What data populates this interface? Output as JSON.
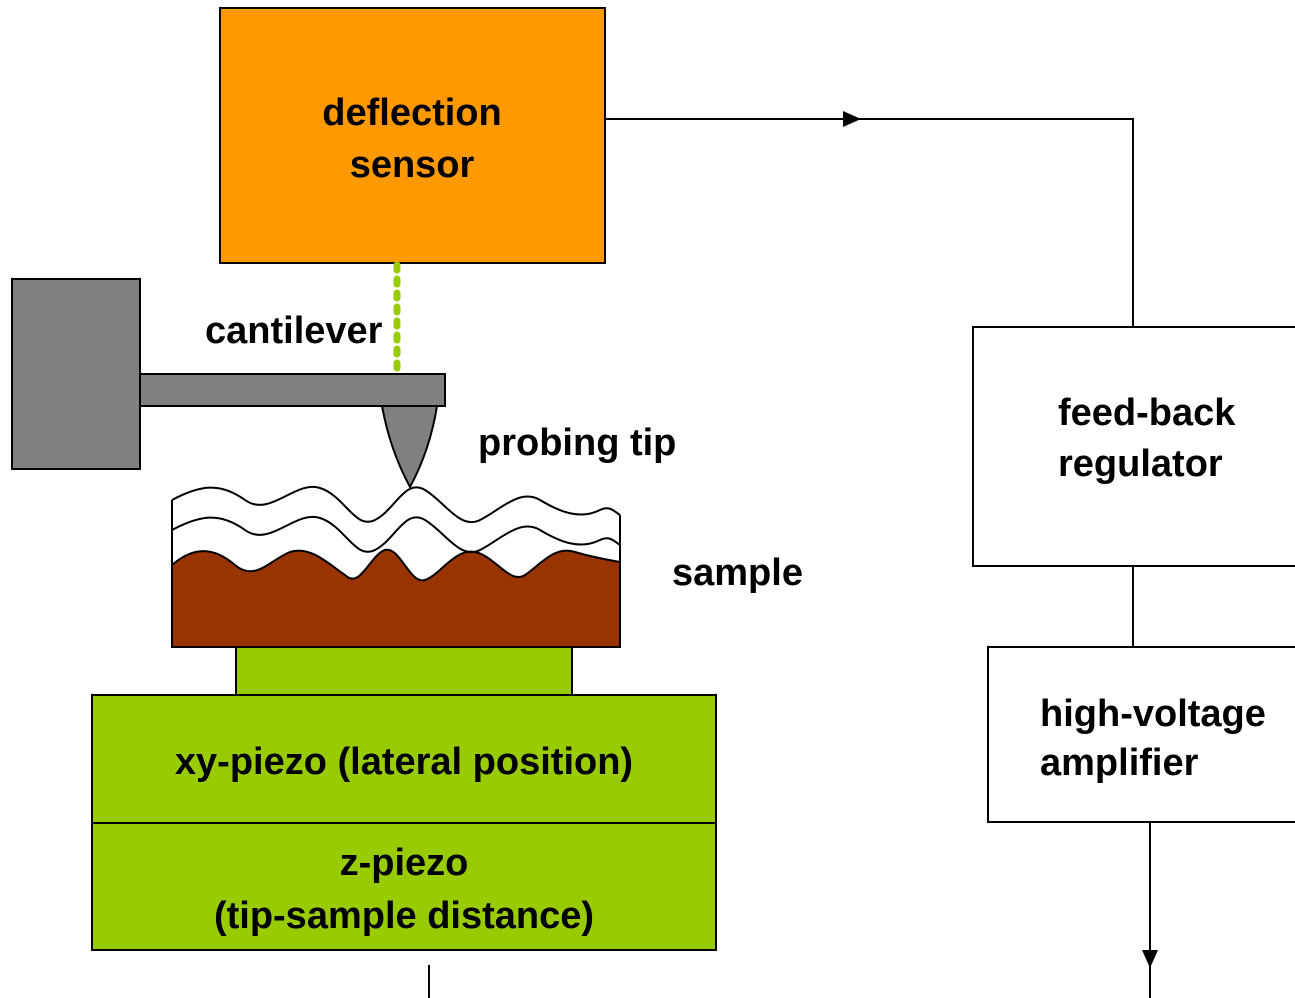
{
  "labels": {
    "deflection_sensor_line1": "deflection",
    "deflection_sensor_line2": "sensor",
    "cantilever": "cantilever",
    "probing_tip": "probing tip",
    "sample": "sample",
    "feedback_line1": "feed-back",
    "feedback_line2": "regulator",
    "hv_line1": "high-voltage",
    "hv_line2": "amplifier",
    "xy_piezo": "xy-piezo (lateral position)",
    "z_piezo_line1": "z-piezo",
    "z_piezo_line2": "(tip-sample distance)"
  },
  "colors": {
    "sensor_fill": "#ff9900",
    "piezo_fill": "#99cc00",
    "sample_fill": "#993300",
    "cantilever_fill": "#808080",
    "laser_dots": "#99cc00",
    "line": "#000000"
  }
}
